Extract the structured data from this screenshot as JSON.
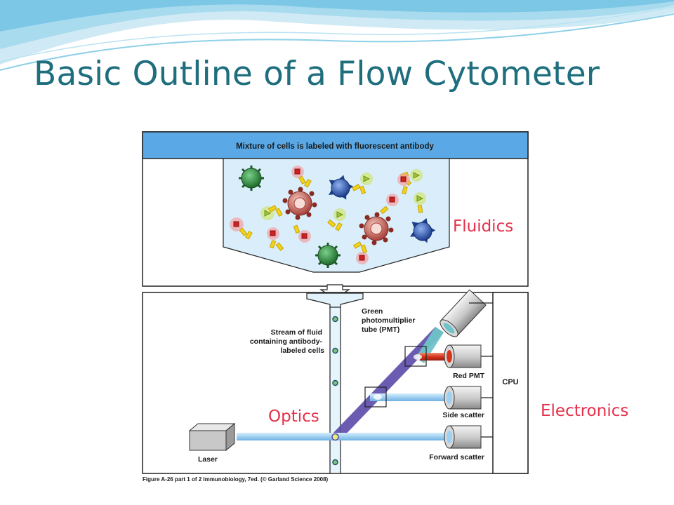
{
  "slide": {
    "title": "Basic Outline of a Flow Cytometer"
  },
  "figure": {
    "header": "Mixture of cells is labeled with fluorescent antibody",
    "stream_label": [
      "Stream of fluid",
      "containing antibody-",
      "labeled cells"
    ],
    "pmt_label": [
      "Green",
      "photomultiplier",
      "tube (PMT)"
    ],
    "red_pmt": "Red PMT",
    "side_scatter": "Side scatter",
    "forward_scatter": "Forward scatter",
    "laser": "Laser",
    "cpu": "CPU",
    "caption": "Figure A-26 part 1 of 2  Immunobiology, 7ed. (© Garland Science 2008)"
  },
  "annotations": {
    "fluidics": "Fluidics",
    "optics": "Optics",
    "electronics": "Electronics"
  },
  "colors": {
    "title": "#1e6e7e",
    "annotation": "#e5304a",
    "header_bar": "#5aa9e6",
    "chamber": "#d9eefa",
    "cell_green": "#2e8b3d",
    "cell_red": "#c0504d",
    "cell_blue": "#2b55a8",
    "antibody": "#f2d21b",
    "beam_blue": "#a9d6f5",
    "beam_purple": "#5b4aa8",
    "beam_teal": "#6fc3c8",
    "beam_red": "#d83a1f"
  }
}
